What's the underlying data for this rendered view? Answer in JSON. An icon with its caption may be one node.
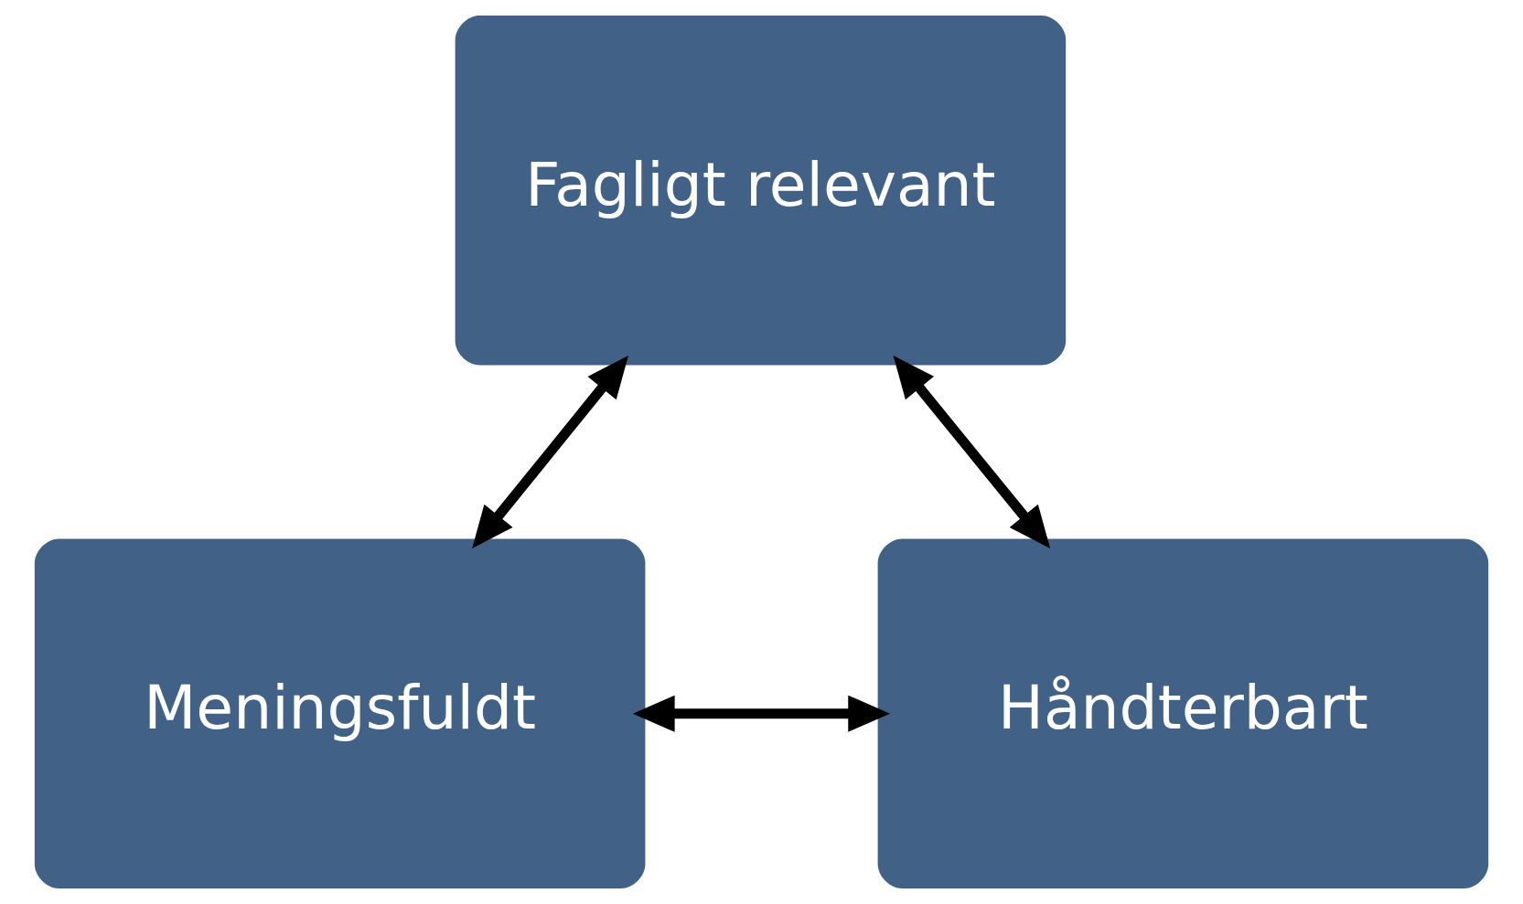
{
  "diagram": {
    "nodes": [
      {
        "text": [
          "Fagligt relevant"
        ]
      },
      {
        "text": [
          "Meningsfuldt"
        ]
      },
      {
        "text": [
          "Håndterbart"
        ]
      }
    ],
    "edges": [
      {
        "from": 0,
        "to": 1,
        "arrow": "both"
      },
      {
        "from": 0,
        "to": 2,
        "arrow": "both"
      },
      {
        "from": 1,
        "to": 2,
        "arrow": "both"
      }
    ]
  }
}
